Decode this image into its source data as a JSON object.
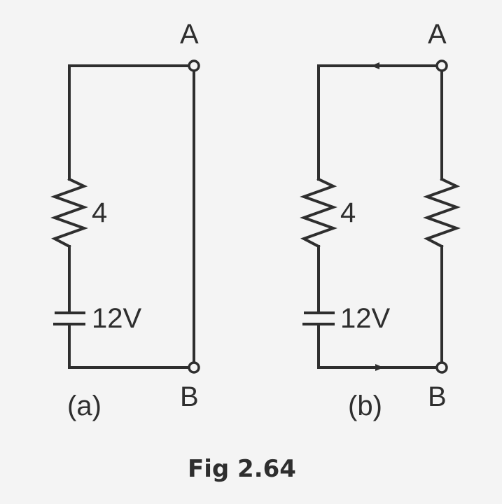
{
  "caption": "Fig 2.64",
  "circuit_a": {
    "sublabel": "(a)",
    "terminal_top": "A",
    "terminal_bottom": "B",
    "resistor_label": "4",
    "battery_label": "12V"
  },
  "circuit_b": {
    "sublabel": "(b)",
    "terminal_top": "A",
    "terminal_bottom": "B",
    "resistor_label": "4",
    "battery_label": "12V"
  },
  "colors": {
    "line": "#2e2e2e",
    "background": "#f4f4f4"
  }
}
